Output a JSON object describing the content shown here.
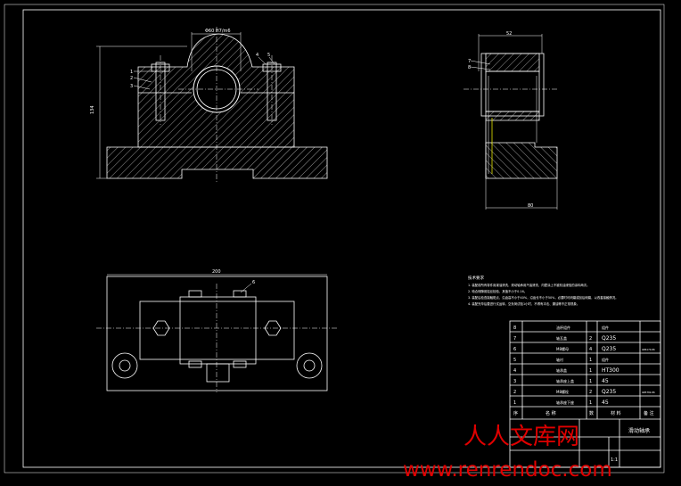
{
  "dimensions": {
    "front_width": "Φ60  H7/m6",
    "front_height": "134",
    "side_top": "52",
    "side_bottom": "80",
    "plan_width": "200"
  },
  "callouts": {
    "front": [
      "1",
      "2",
      "3",
      "4",
      "5"
    ],
    "side": [
      "7",
      "8"
    ],
    "plan": [
      "6"
    ]
  },
  "notes": {
    "heading": "技术要求",
    "lines": [
      "1. 装配前所有零件用煤油清洗，滚动轴承用汽油清洗，内壁涂上不被机油浸蚀的涂料两次。",
      "2. 啮合侧隙用铅丝检验，其值不小于0.16。",
      "3. 装配后检查接触斑点，沿齿高不小于40%，沿齿长不小于50%，必要时可研磨或刮后研磨，以改善接触情况。",
      "4. 装配完毕后要进行试运转，空负荷试验1小时，不得有冲击、漏油等不正常现象。"
    ]
  },
  "bom": {
    "rows": [
      {
        "no": "8",
        "name": "油杯组件",
        "qty": "",
        "material": "组件",
        "remark": ""
      },
      {
        "no": "7",
        "name": "轴瓦盖",
        "qty": "2",
        "material": "Q235",
        "remark": ""
      },
      {
        "no": "6",
        "name": "M8螺母",
        "qty": "4",
        "material": "Q235",
        "remark": "GB6170-86"
      },
      {
        "no": "5",
        "name": "轴衬",
        "qty": "1",
        "material": "组件",
        "remark": ""
      },
      {
        "no": "4",
        "name": "轴承盖",
        "qty": "1",
        "material": "HT300",
        "remark": ""
      },
      {
        "no": "3",
        "name": "轴承座上盖",
        "qty": "1",
        "material": "45",
        "remark": ""
      },
      {
        "no": "2",
        "name": "M8螺栓",
        "qty": "2",
        "material": "Q235",
        "remark": "GB5782-86"
      },
      {
        "no": "1",
        "name": "轴承座下座",
        "qty": "1",
        "material": "45",
        "remark": ""
      }
    ],
    "header": [
      "序",
      "名 称",
      "数",
      "材 料",
      "备 注"
    ],
    "title": "滑动轴承",
    "scale": "1:1"
  },
  "watermark": {
    "site_cn": "人人文库网",
    "site_url": "www.renrendoc.com"
  }
}
